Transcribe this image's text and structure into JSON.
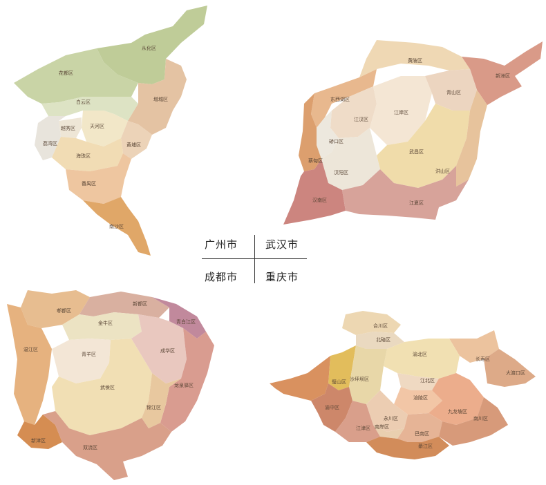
{
  "legend": {
    "guangzhou": "广州市",
    "wuhan": "武汉市",
    "chengdu": "成都市",
    "chongqing": "重庆市"
  },
  "cities": {
    "guangzhou": {
      "districts": [
        "从化区",
        "花都区",
        "白云区",
        "增城区",
        "天河区",
        "越秀区",
        "荔湾区",
        "黄埔区",
        "海珠区",
        "番禺区",
        "南沙区"
      ]
    },
    "wuhan": {
      "districts": [
        "黄陂区",
        "新洲区",
        "东西湖区",
        "江汉区",
        "江岸区",
        "青山区",
        "硚口区",
        "武昌区",
        "蔡甸区",
        "汉阳区",
        "洪山区",
        "汉南区",
        "江夏区"
      ]
    },
    "chengdu": {
      "districts": [
        "郫都区",
        "新都区",
        "青白江区",
        "金牛区",
        "温江区",
        "青羊区",
        "成华区",
        "武侯区",
        "龙泉驿区",
        "锦江区",
        "新津区",
        "双流区"
      ]
    },
    "chongqing": {
      "districts": [
        "合川区",
        "北碚区",
        "长寿区",
        "渝北区",
        "璧山区",
        "沙坪坝区",
        "大渡口区",
        "江北区",
        "涪陵区",
        "渝中区",
        "永川区",
        "九龙坡区",
        "南岸区",
        "江津区",
        "巴南区",
        "綦江区",
        "南川区"
      ]
    }
  },
  "colors": {
    "tan": "#e6c9a0",
    "cream": "#f2e3c3",
    "sage": "#c7d1a0",
    "rose": "#d9a597",
    "orange": "#de9f5c"
  }
}
